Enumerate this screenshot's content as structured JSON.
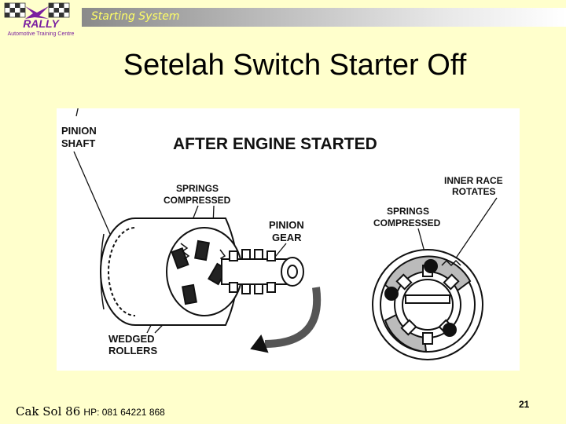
{
  "header": {
    "section_title": "Starting System",
    "logo_text": "RALLY",
    "logo_subtext": "Automotive Training Centre"
  },
  "slide": {
    "title": "Setelah Switch Starter Off"
  },
  "figure": {
    "heading": "AFTER ENGINE STARTED",
    "labels": {
      "pinion_shaft_1": "PINION",
      "pinion_shaft_2": "SHAFT",
      "springs_left_1": "SPRINGS",
      "springs_left_2": "COMPRESSED",
      "pinion_gear_1": "PINION",
      "pinion_gear_2": "GEAR",
      "inner_race_1": "INNER RACE",
      "inner_race_2": "ROTATES",
      "springs_right_1": "SPRINGS",
      "springs_right_2": "COMPRESSED",
      "wedged_1": "WEDGED",
      "wedged_2": "ROLLERS"
    }
  },
  "footer": {
    "author": "Cak Sol 86",
    "phone": "HP: 081 64221 868",
    "page_number": "21"
  }
}
